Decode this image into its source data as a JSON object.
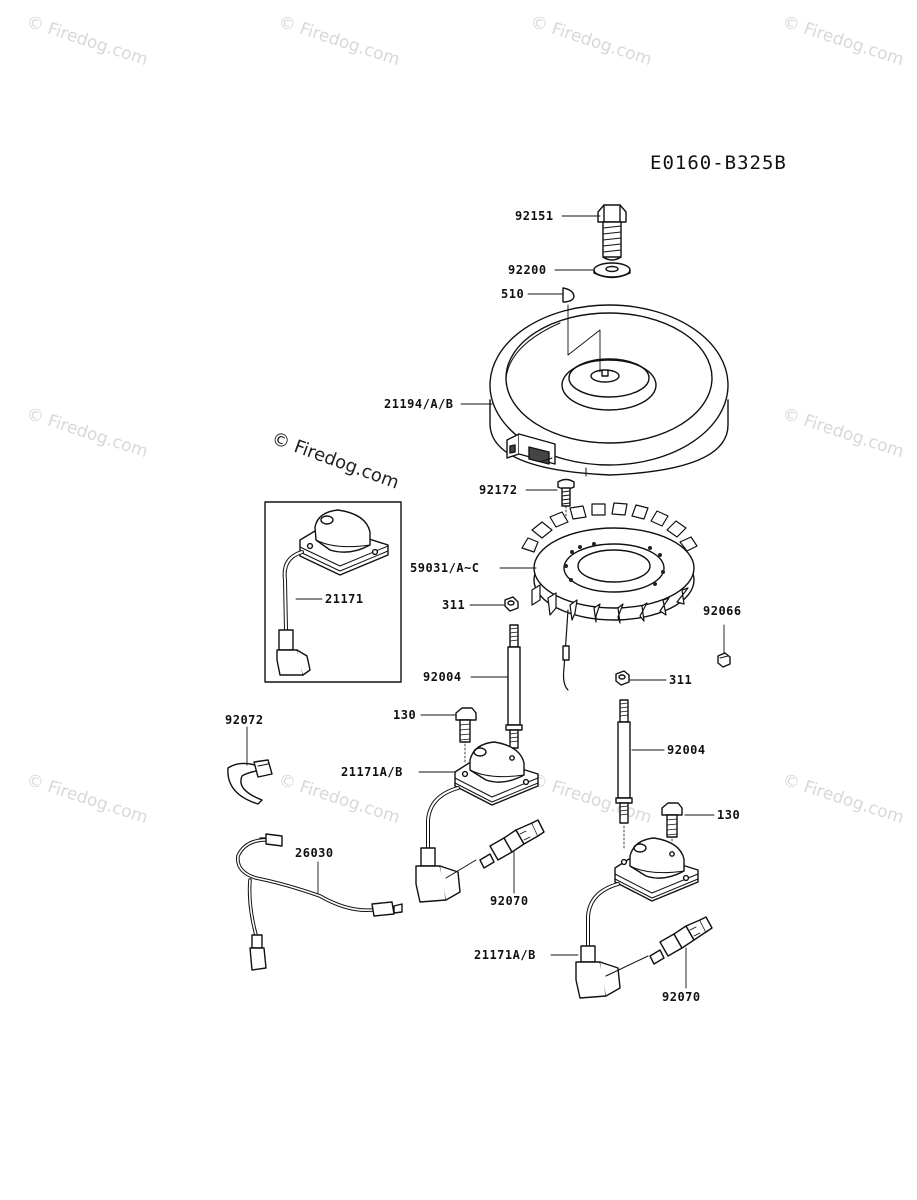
{
  "diagram_code": "E0160-B325B",
  "watermark": "© Firedog.com",
  "callouts": {
    "c92151": "92151",
    "c92200": "92200",
    "c510": "510",
    "c21194": "21194/A/B",
    "c92172": "92172",
    "c59031": "59031/A~C",
    "c311a": "311",
    "c92066": "92066",
    "c21171": "21171",
    "c92004a": "92004",
    "c311b": "311",
    "c130a": "130",
    "c92072": "92072",
    "c21171ab_a": "21171A/B",
    "c92004b": "92004",
    "c130b": "130",
    "c26030": "26030",
    "c92070a": "92070",
    "c21171ab_b": "21171A/B",
    "c92070b": "92070"
  }
}
